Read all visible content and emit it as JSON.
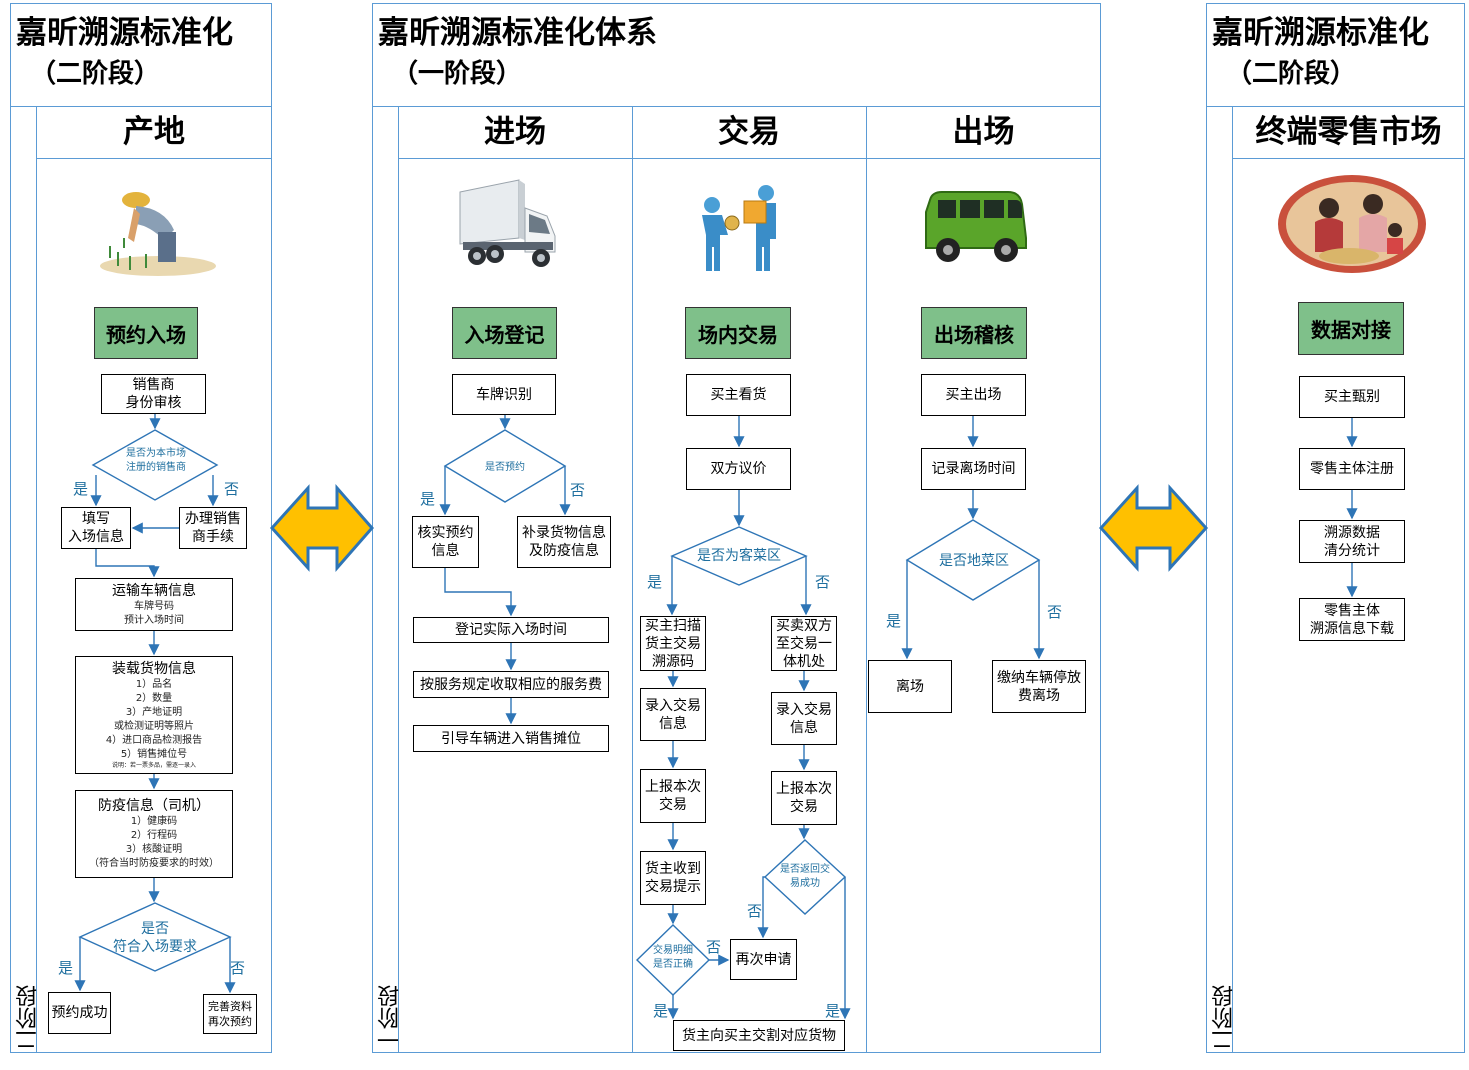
{
  "left_panel": {
    "title": "嘉昕溯源标准化",
    "subtitle": "（二阶段）",
    "stage_label": "二阶段",
    "column": "产地",
    "green_label": "预约入场",
    "boxes": {
      "vendor_review": [
        "销售商",
        "身份审核"
      ],
      "fill_info": [
        "填写",
        "入场信息"
      ],
      "register_vendor": [
        "办理销售",
        "商手续"
      ],
      "vehicle_title": "运输车辆信息",
      "vehicle_lines": [
        "车牌号码",
        "预计入场时间"
      ],
      "cargo_title": "装载货物信息",
      "cargo_lines": [
        "1）品名",
        "2）数量",
        "3）产地证明",
        "或检测证明等照片",
        "4）进口商品检测报告",
        "5）销售摊位号"
      ],
      "cargo_note": "说明：若一票多品，需逐一录入",
      "epidemic_title": "防疫信息（司机）",
      "epidemic_lines": [
        "1）健康码",
        "2）行程码",
        "3）核酸证明",
        "（符合当时防疫要求的时效）"
      ],
      "success": "预约成功",
      "complete": [
        "完善资料",
        "再次预约"
      ]
    },
    "decisions": {
      "registered": [
        "是否为本市场",
        "注册的销售商"
      ],
      "meets": [
        "是否",
        "符合入场要求"
      ]
    },
    "yes": "是",
    "no": "否"
  },
  "center_panel": {
    "title": "嘉昕溯源标准化体系",
    "subtitle": "（一阶段）",
    "stage_label": "一阶段",
    "columns": [
      "进场",
      "交易",
      "出场"
    ],
    "entry": {
      "green_label": "入场登记",
      "plate": "车牌识别",
      "decision": "是否预约",
      "verify": [
        "核实预约",
        "信息"
      ],
      "supplement": [
        "补录货物信息",
        "及防疫信息"
      ],
      "register_time": "登记实际入场时间",
      "charge": "按服务规定收取相应的服务费",
      "guide": "引导车辆进入销售摊位"
    },
    "trade": {
      "green_label": "场内交易",
      "view": "买主看货",
      "negotiate": "双方议价",
      "decision_customer": "是否为客菜区",
      "scan": [
        "买主扫描",
        "货主交易",
        "溯源码"
      ],
      "to_terminal": [
        "买卖双方",
        "至交易一",
        "体机处"
      ],
      "enter_left": [
        "录入交易",
        "信息"
      ],
      "enter_right": [
        "录入交易",
        "信息"
      ],
      "report_left": [
        "上报本次",
        "交易"
      ],
      "report_right": [
        "上报本次",
        "交易"
      ],
      "received": [
        "货主收到",
        "交易提示"
      ],
      "decision_correct": [
        "交易明细",
        "是否正确"
      ],
      "decision_return": [
        "是否返回交",
        "易成功"
      ],
      "reapply": "再次申请",
      "handover": "货主向买主交割对应货物"
    },
    "exit": {
      "green_label": "出场稽核",
      "buyer_exit": "买主出场",
      "record_time": "记录离场时间",
      "decision": "是否地菜区",
      "leave": "离场",
      "pay": [
        "缴纳车辆停放",
        "费离场"
      ]
    },
    "yes": "是",
    "no": "否"
  },
  "right_panel": {
    "title": "嘉昕溯源标准化",
    "subtitle": "（二阶段）",
    "stage_label": "二阶段",
    "column": "终端零售市场",
    "green_label": "数据对接",
    "steps": [
      "买主甄别",
      "零售主体注册",
      "溯源数据",
      "清分统计",
      "零售主体",
      "溯源信息下载"
    ]
  },
  "colors": {
    "border": "#5b9bd5",
    "green": "#7fc08a",
    "arrow_fill": "#ffc000",
    "arrow_stroke": "#2e75b6",
    "label": "#1f6f9f"
  },
  "icons": [
    "farmer-icon",
    "truck-icon",
    "handshake-icon",
    "van-icon",
    "market-icon"
  ]
}
